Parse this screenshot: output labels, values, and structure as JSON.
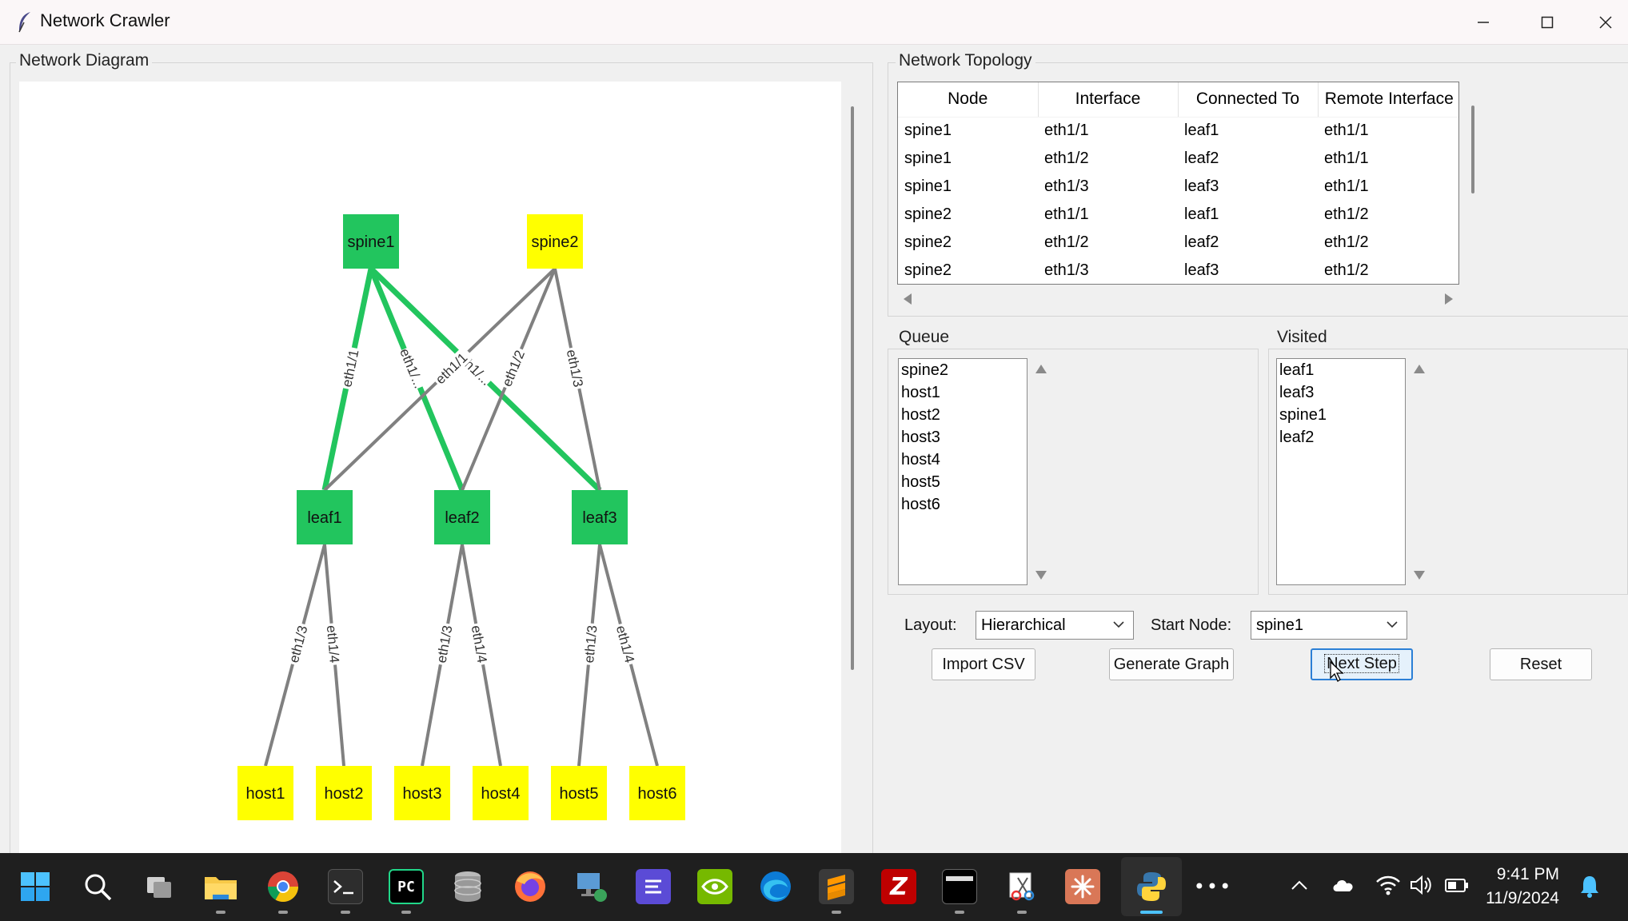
{
  "window": {
    "title": "Network Crawler"
  },
  "diagram": {
    "label": "Network Diagram",
    "nodes": [
      {
        "name": "spine1",
        "visited": true
      },
      {
        "name": "spine2",
        "visited": false
      },
      {
        "name": "leaf1",
        "visited": true
      },
      {
        "name": "leaf2",
        "visited": true
      },
      {
        "name": "leaf3",
        "visited": true
      },
      {
        "name": "host1",
        "visited": false
      },
      {
        "name": "host2",
        "visited": false
      },
      {
        "name": "host3",
        "visited": false
      },
      {
        "name": "host4",
        "visited": false
      },
      {
        "name": "host5",
        "visited": false
      },
      {
        "name": "host6",
        "visited": false
      }
    ],
    "edges": [
      {
        "from": "spine1",
        "to": "leaf1",
        "label": "eth1/1",
        "visited": true
      },
      {
        "from": "spine1",
        "to": "leaf2",
        "label": "eth1/...",
        "visited": true
      },
      {
        "from": "spine1",
        "to": "leaf3",
        "label": "eth1/...",
        "visited": true
      },
      {
        "from": "spine2",
        "to": "leaf1",
        "label": "eth1/1",
        "visited": false
      },
      {
        "from": "spine2",
        "to": "leaf2",
        "label": "eth1/2",
        "visited": false
      },
      {
        "from": "spine2",
        "to": "leaf3",
        "label": "eth1/3",
        "visited": false
      },
      {
        "from": "leaf1",
        "to": "host1",
        "label": "eth1/3",
        "visited": false
      },
      {
        "from": "leaf1",
        "to": "host2",
        "label": "eth1/4",
        "visited": false
      },
      {
        "from": "leaf2",
        "to": "host3",
        "label": "eth1/3",
        "visited": false
      },
      {
        "from": "leaf2",
        "to": "host4",
        "label": "eth1/4",
        "visited": false
      },
      {
        "from": "leaf3",
        "to": "host5",
        "label": "eth1/3",
        "visited": false
      },
      {
        "from": "leaf3",
        "to": "host6",
        "label": "eth1/4",
        "visited": false
      }
    ],
    "colors": {
      "visited": "#22c55e",
      "unvisited": "#ffff00",
      "edge_visited": "#22c55e",
      "edge_default": "#808080"
    }
  },
  "topology": {
    "label": "Network Topology",
    "columns": [
      "Node",
      "Interface",
      "Connected To",
      "Remote Interface"
    ],
    "rows": [
      [
        "spine1",
        "eth1/1",
        "leaf1",
        "eth1/1"
      ],
      [
        "spine1",
        "eth1/2",
        "leaf2",
        "eth1/1"
      ],
      [
        "spine1",
        "eth1/3",
        "leaf3",
        "eth1/1"
      ],
      [
        "spine2",
        "eth1/1",
        "leaf1",
        "eth1/2"
      ],
      [
        "spine2",
        "eth1/2",
        "leaf2",
        "eth1/2"
      ],
      [
        "spine2",
        "eth1/3",
        "leaf3",
        "eth1/2"
      ]
    ]
  },
  "queue": {
    "label": "Queue",
    "items": [
      "spine2",
      "host1",
      "host2",
      "host3",
      "host4",
      "host5",
      "host6"
    ]
  },
  "visited": {
    "label": "Visited",
    "items": [
      "leaf1",
      "leaf3",
      "spine1",
      "leaf2"
    ]
  },
  "controls": {
    "layout_label": "Layout:",
    "layout_value": "Hierarchical",
    "start_label": "Start Node:",
    "start_value": "spine1",
    "import_label": "Import CSV",
    "generate_label": "Generate Graph",
    "next_label": "Next Step",
    "reset_label": "Reset"
  },
  "taskbar": {
    "time": "9:41 PM",
    "date": "11/9/2024",
    "apps": [
      "start-icon",
      "search-icon",
      "task-view-icon",
      "file-explorer-icon",
      "chrome-icon",
      "terminal-icon",
      "pycharm-icon",
      "database-icon",
      "firefox-icon",
      "remote-desktop-icon",
      "notes-app-icon",
      "nvidia-icon",
      "edge-icon",
      "sublime-icon",
      "filezilla-icon",
      "console-icon",
      "snipping-tool-icon",
      "claude-icon",
      "python-icon",
      "more-apps-icon"
    ]
  }
}
